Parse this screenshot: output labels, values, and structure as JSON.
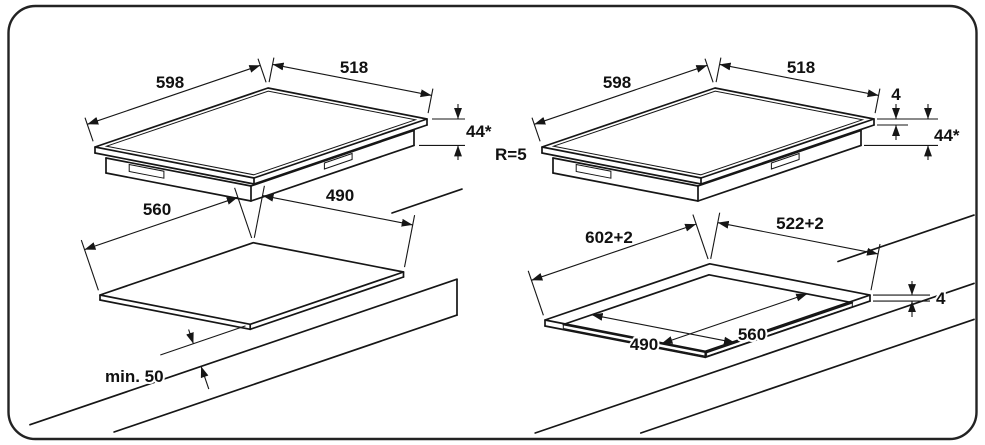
{
  "page": {
    "background_color": "#ffffff",
    "line_color": "#161616"
  },
  "views": {
    "hob_overall": {
      "width": "598",
      "depth": "518",
      "height": "44*"
    },
    "hob_detail": {
      "width": "598",
      "depth": "518",
      "glass_thickness": "4",
      "height": "44*",
      "corner_radius": "R=5"
    },
    "cutout_standard": {
      "width": "560",
      "depth": "490",
      "front_clearance": "min. 50"
    },
    "cutout_flush": {
      "outer_width": "602+2",
      "outer_depth": "522+2",
      "rebate_depth": "4",
      "inner_depth": "490",
      "inner_width": "560"
    }
  }
}
